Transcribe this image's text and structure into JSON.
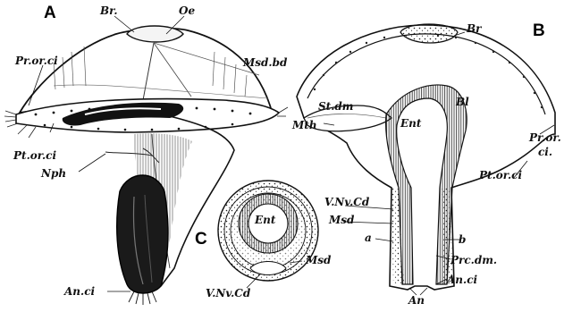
{
  "panels": {
    "a": "A",
    "b": "B",
    "c": "C"
  },
  "labels": {
    "br_a": "Br.",
    "oe": "Oe",
    "pr_or_ci": "Pr.or.ci",
    "msd_bd": "Msd.bd",
    "pt_or_ci_a": "Pt.or.ci",
    "nph": "Nph",
    "an_ci_a": "An.ci",
    "br_b": "Br",
    "st_dm": "St.dm",
    "bl": "Bl",
    "ent_b": "Ent",
    "mth": "Mth",
    "pr_or_ci_b_1": "Pr.or.",
    "pr_or_ci_b_2": "ci.",
    "pt_or_ci_b": "Pt.or.ci",
    "v_nv_cd_b": "V.Nv.Cd",
    "msd_b": "Msd",
    "a": "a",
    "b": "b",
    "prc_dm": "Prc.dm.",
    "an_ci_b": "An.ci",
    "an": "An",
    "ent_c": "Ent",
    "msd_c": "Msd",
    "v_nv_cd_c": "V.Nv.Cd"
  }
}
